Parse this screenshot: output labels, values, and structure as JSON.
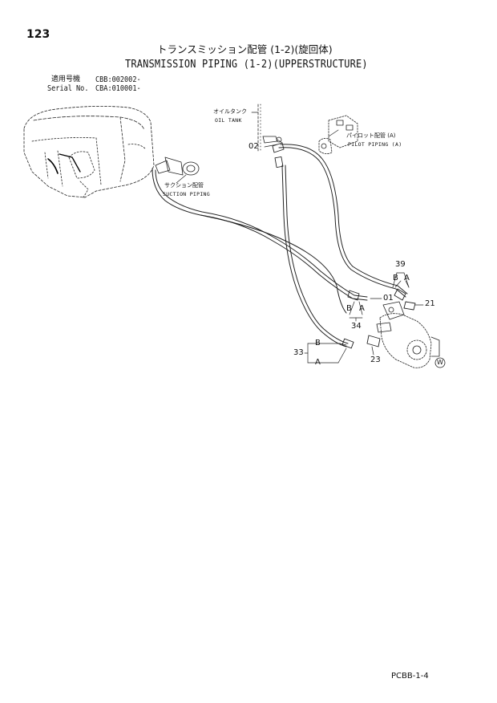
{
  "header": {
    "page_number": "123",
    "title_jp": "トランスミッション配管 (1-2)(旋回体)",
    "title_en": "TRANSMISSION PIPING (1-2)(UPPERSTRUCTURE)",
    "applicability_label_jp": "適用号機",
    "applicability_value_1": "CBB:002002-",
    "serial_label_en": "Serial No.",
    "applicability_value_2": "CBA:010001-"
  },
  "labels": {
    "oil_tank_jp": "オイルタンク",
    "oil_tank_en": "OIL TANK",
    "pilot_piping_jp": "パイロット配管 (A)",
    "pilot_piping_en": "PILOT PIPING (A)",
    "suction_piping_jp": "サクション配管",
    "suction_piping_en": "SUCTION PIPING"
  },
  "callouts": {
    "p02": "02",
    "p39": "39",
    "b39": "B",
    "a39": "A",
    "p01": "01",
    "p21": "21",
    "b34": "B",
    "a34": "A",
    "p34": "34",
    "p33": "33",
    "b33": "B",
    "a33": "A",
    "p23": "23",
    "w_mark": "W"
  },
  "footer": {
    "code": "PCBB-1-4"
  }
}
